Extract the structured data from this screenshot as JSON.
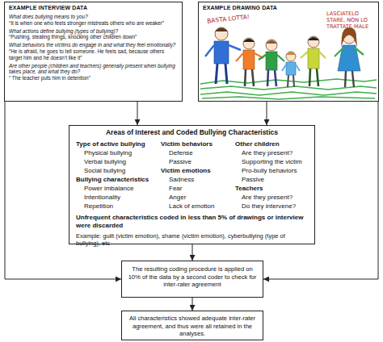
{
  "diagram": {
    "nodes": [
      {
        "text": [
          "EXAMPLE INTERVIEW DATA",
          "What does bullying means to you?",
          "“It is when one who feels stronger mistreats others who are weaker”",
          "What actions define bullying (types of bullying)?",
          "“Pushing, stealing things, knocking other children down”",
          "What behaviors the victims do engage in and what they feel emotionally?",
          "“He is afraid, he goes to tell someone. He feels sad, because others target him and he doesn't like it”",
          "Are other people (children and teachers) generally present when bullying takes place, and what they do?",
          "“ The teacher puts him in detention”"
        ]
      },
      {
        "text": [
          "EXAMPLE DRAWING DATA"
        ]
      },
      {
        "text": [
          "Areas of Interest and Coded Bullying Characteristics",
          "Type of active bullying",
          "Physical bullying",
          "Verbal bullying",
          "Social bullying",
          "Bullying characteristics",
          "Power imbalance",
          "Intentionality",
          "Repetition",
          "Victim behaviors",
          "Defense",
          "Passive",
          "Victim emotions",
          "Sadness",
          "Fear",
          "Anger",
          "Lack of emotion",
          "Other children",
          "Are they present?",
          "Supporting the victim",
          "Pro-bully behaviors",
          "Passive",
          "Teachers",
          "Are they present?",
          "Do they intervene?",
          "Unfrequent characteristics coded in less than 5% of drawings or interview were discarded",
          "Example: guilt (victim emotion), shame (victim emotion), cyberbullying (type of bullying), etc"
        ]
      },
      {
        "text": [
          "The resulting coding procedure is applied on 10% of the data by a second coder to check for inter-rater agreement"
        ]
      },
      {
        "text": [
          "All characteristics showed adequate inter-rater agreement, and thus were all retained in the analyses."
        ]
      }
    ],
    "edges": [
      {
        "from": 0,
        "to": 2,
        "arrow": "to"
      },
      {
        "from": 1,
        "to": 2,
        "arrow": "to"
      },
      {
        "from": 0,
        "to": 3,
        "arrow": "to"
      },
      {
        "from": 1,
        "to": 3,
        "arrow": "to"
      },
      {
        "from": 2,
        "to": 3,
        "arrow": "to"
      },
      {
        "from": 3,
        "to": 4,
        "arrow": "to"
      }
    ],
    "labels": [
      "BASTA LOTTA!",
      "LASCIATELO STARE, NON LO TRATTATE MALE"
    ]
  }
}
